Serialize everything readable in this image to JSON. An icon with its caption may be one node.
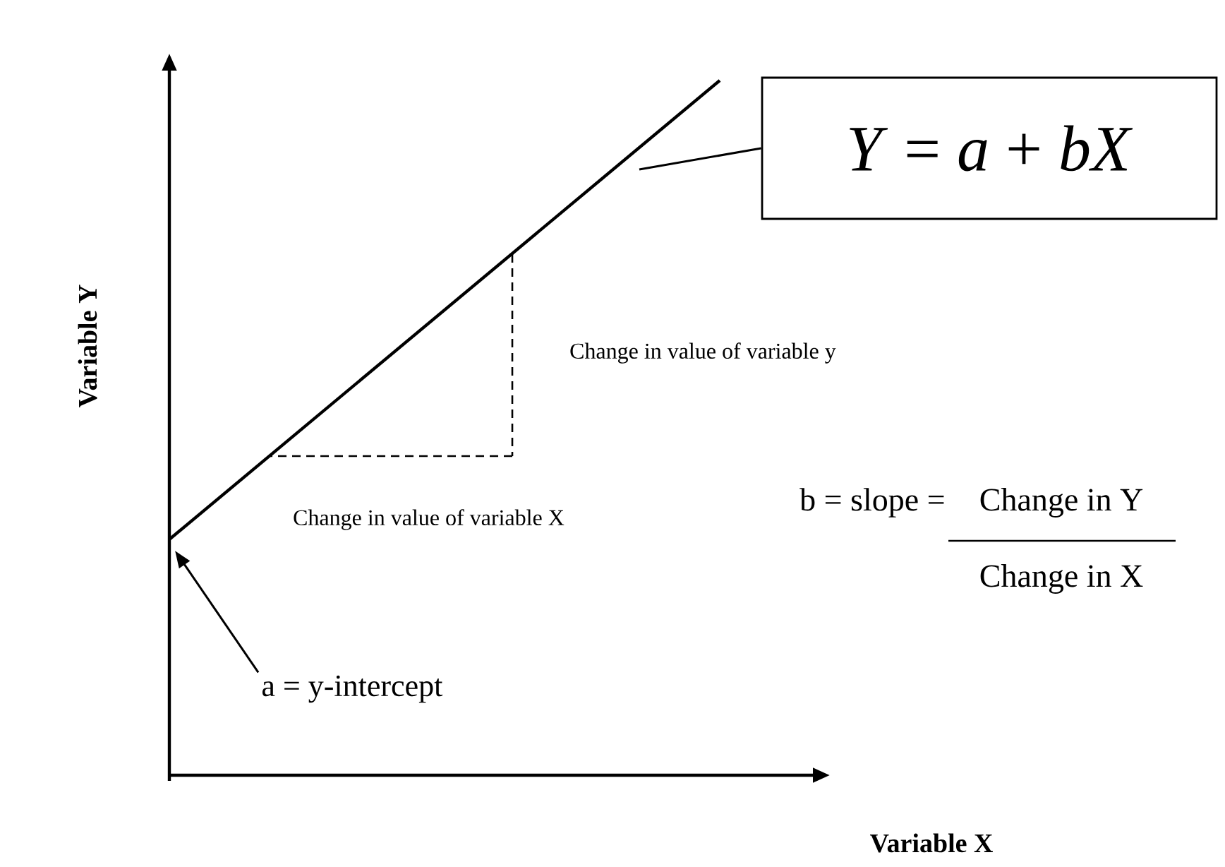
{
  "diagram": {
    "nodes": [
      {
        "text": [
          "*Y* = *a* + *bX*"
        ]
      },
      {
        "text": [
          "a = y-intercept"
        ]
      }
    ],
    "edges": [
      {
        "from": 0,
        "to": null,
        "arrow": "none"
      },
      {
        "from": 1,
        "to": null,
        "arrow": "to"
      }
    ],
    "labels": [
      "Variable Y",
      "Change in value of variable y",
      "Change in value of variable X",
      "b = slope =",
      "Change in Y",
      "Change in X",
      "Variable X"
    ]
  }
}
